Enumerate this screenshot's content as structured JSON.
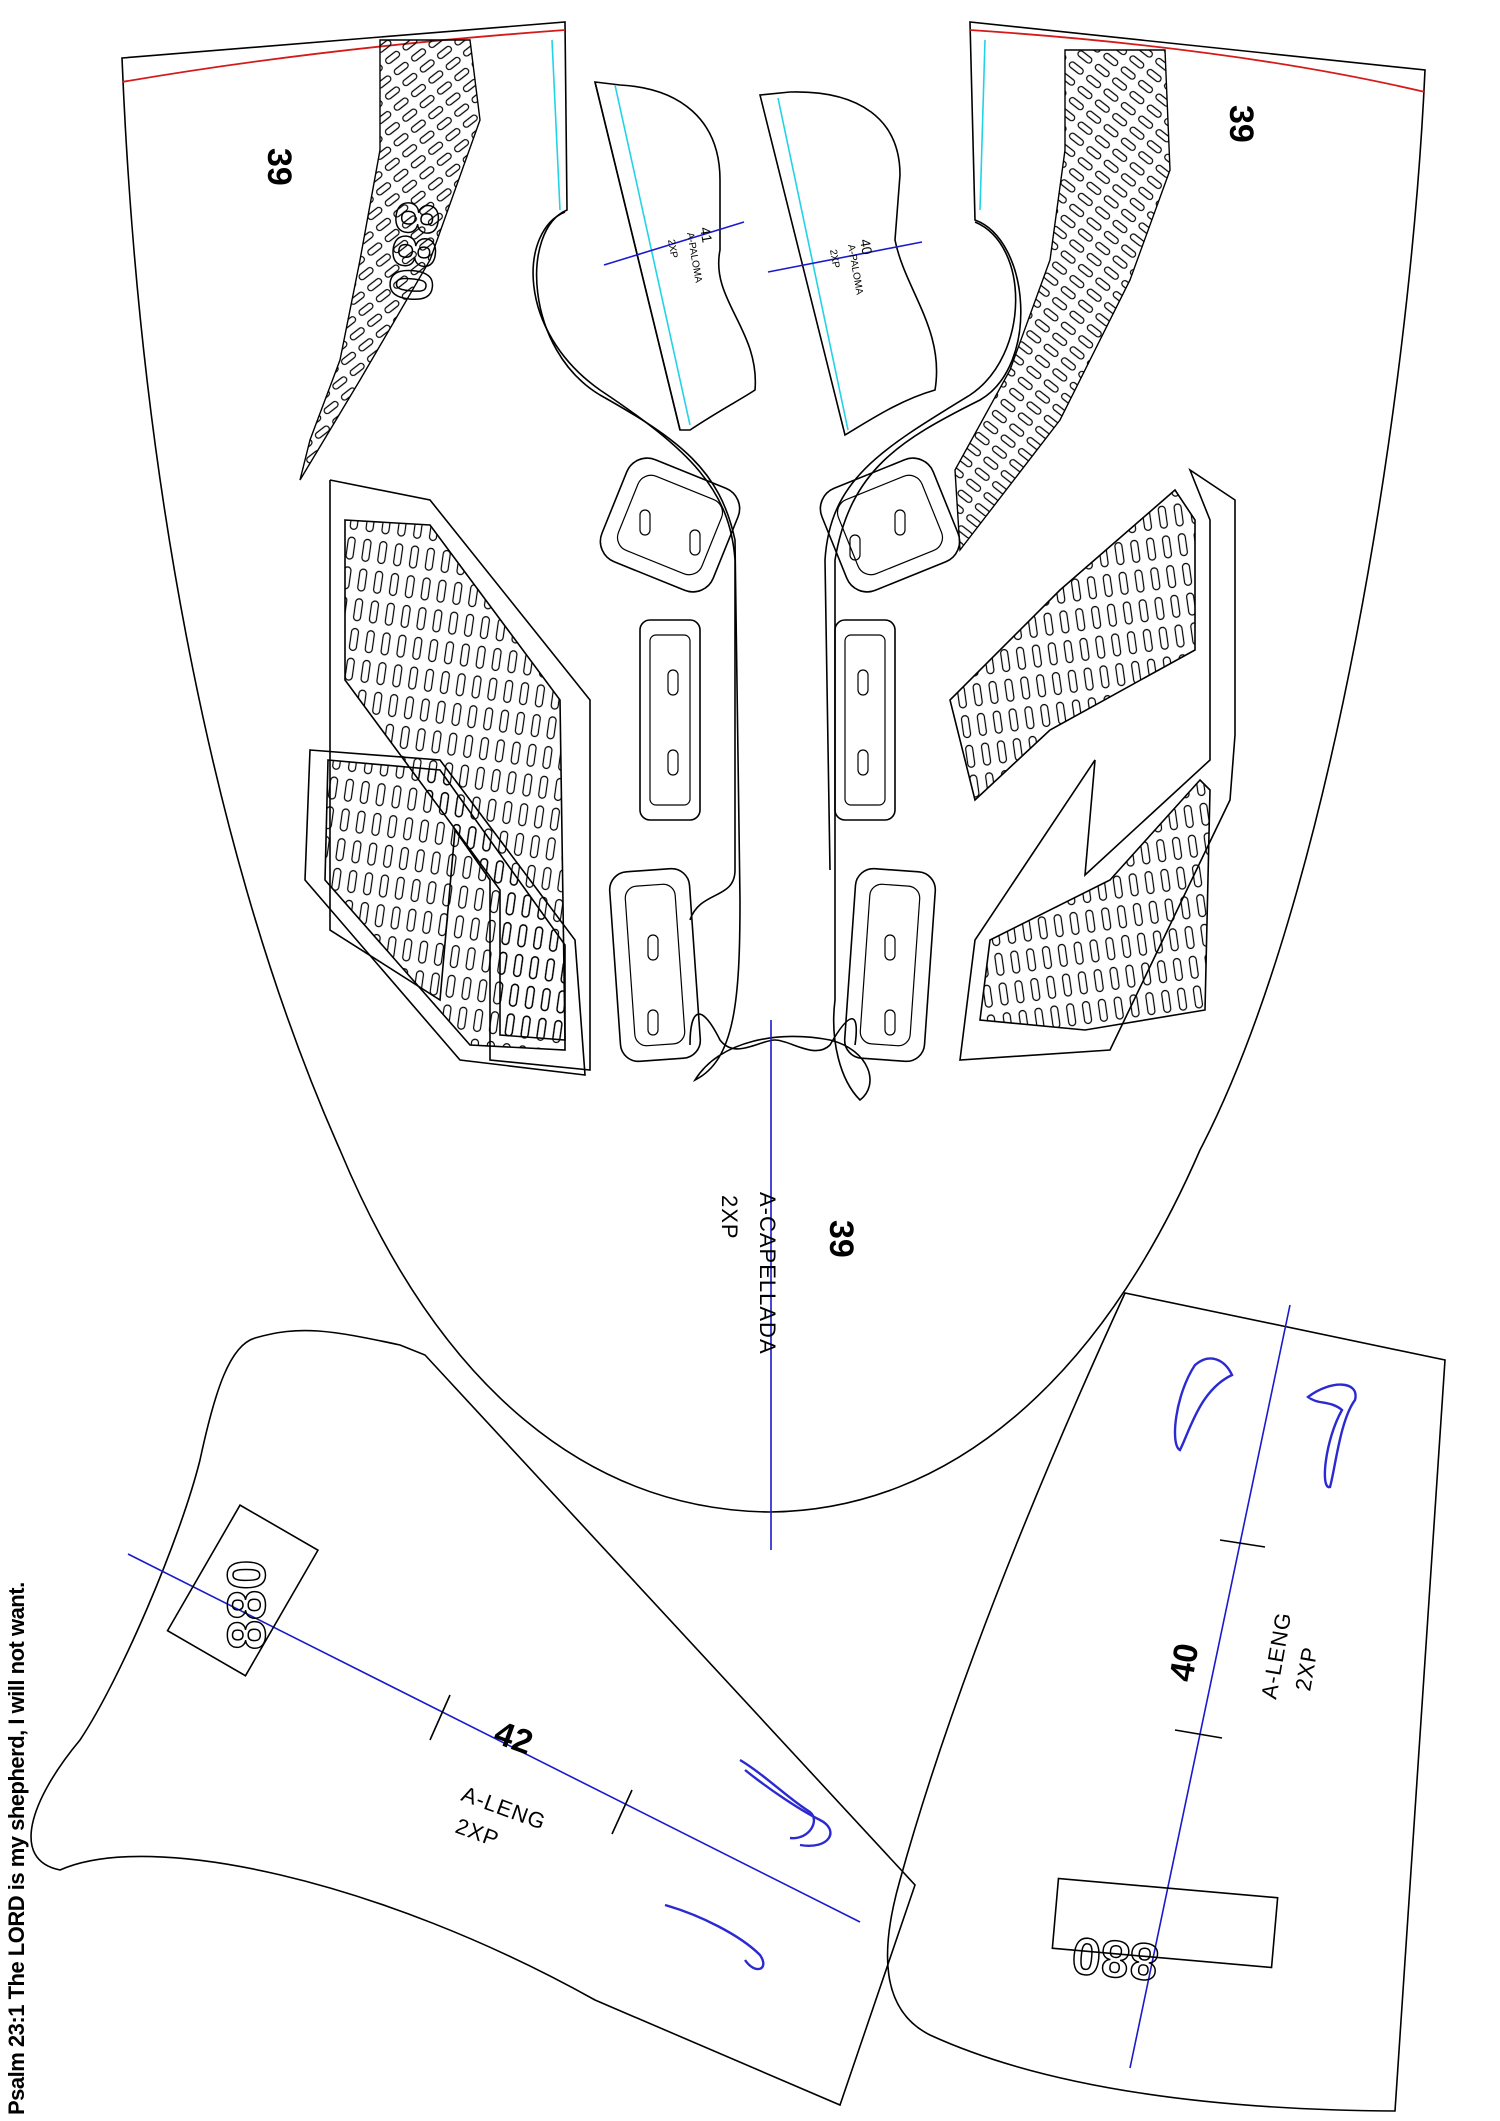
{
  "footer_note": "Psalm 23:1 The LORD is my shepherd, I will not want.",
  "pieces": {
    "capellada": {
      "size_left": "39",
      "size_right": "39",
      "size_center": "39",
      "name": "A-CAPELLADA",
      "qty": "2XP",
      "logo_text": "880"
    },
    "paloma_left": {
      "size": "41",
      "name": "A-PALOMA",
      "qty": "2XP"
    },
    "paloma_right": {
      "size": "40",
      "name": "A-PALOMA",
      "qty": "2XP"
    },
    "leng_left": {
      "size": "42",
      "name": "A-LENG",
      "qty": "2XP",
      "logo_text": "880"
    },
    "leng_right": {
      "size": "40",
      "name": "A-LENG",
      "qty": "2XP",
      "logo_text": "880"
    }
  },
  "colors": {
    "outline": "#000000",
    "center_line": "#1a1acc",
    "seam_allowance": "#22d3e6",
    "top_edge": "#d41b1b"
  }
}
